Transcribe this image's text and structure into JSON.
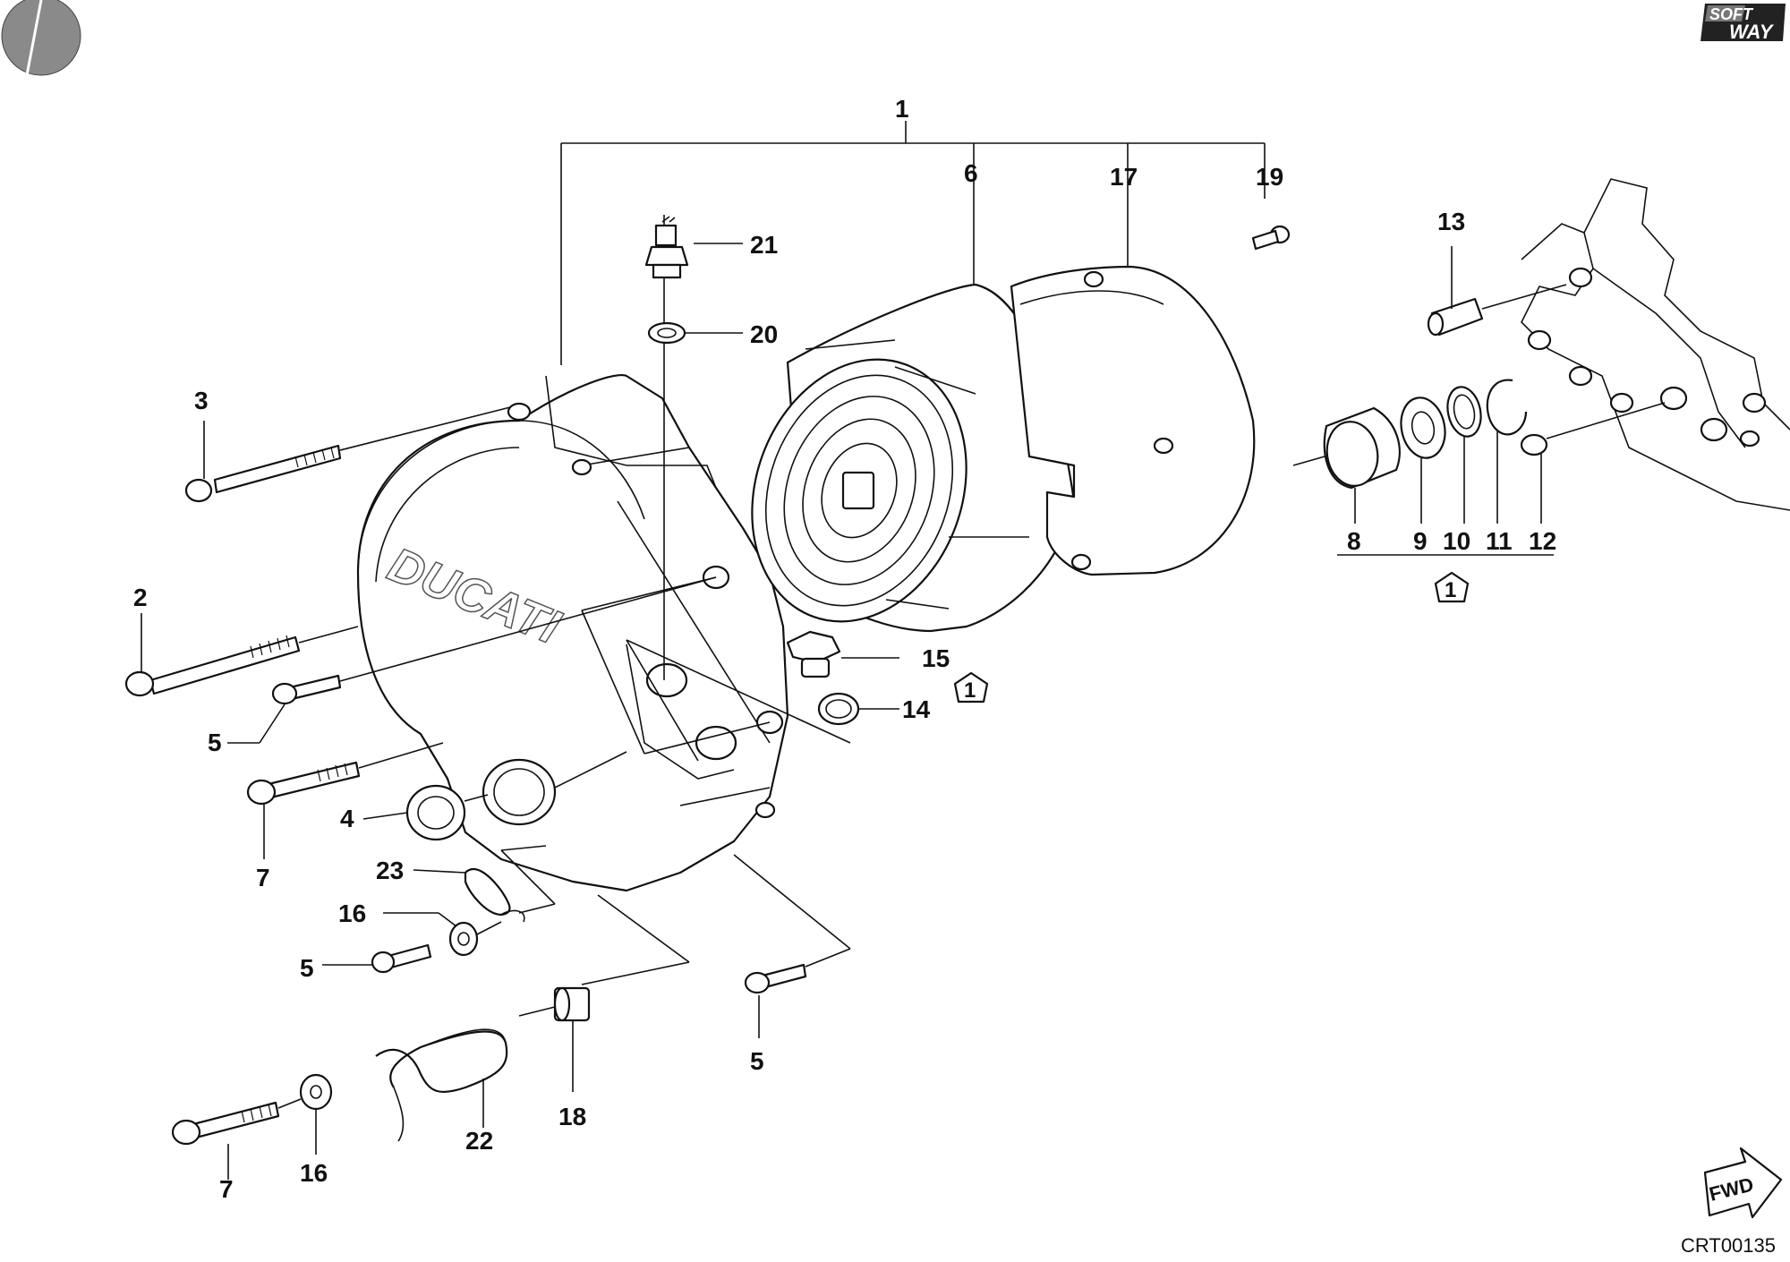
{
  "diagram": {
    "callouts": [
      {
        "id": "c1",
        "text": "1"
      },
      {
        "id": "c2",
        "text": "2"
      },
      {
        "id": "c3",
        "text": "3"
      },
      {
        "id": "c4",
        "text": "4"
      },
      {
        "id": "c5a",
        "text": "5"
      },
      {
        "id": "c5b",
        "text": "5"
      },
      {
        "id": "c5c",
        "text": "5"
      },
      {
        "id": "c6",
        "text": "6"
      },
      {
        "id": "c7a",
        "text": "7"
      },
      {
        "id": "c7b",
        "text": "7"
      },
      {
        "id": "c8",
        "text": "8"
      },
      {
        "id": "c9",
        "text": "9"
      },
      {
        "id": "c10",
        "text": "10"
      },
      {
        "id": "c11",
        "text": "11"
      },
      {
        "id": "c12",
        "text": "12"
      },
      {
        "id": "c13",
        "text": "13"
      },
      {
        "id": "c14",
        "text": "14"
      },
      {
        "id": "c15",
        "text": "15"
      },
      {
        "id": "c16a",
        "text": "16"
      },
      {
        "id": "c16b",
        "text": "16"
      },
      {
        "id": "c17",
        "text": "17"
      },
      {
        "id": "c18",
        "text": "18"
      },
      {
        "id": "c19",
        "text": "19"
      },
      {
        "id": "c20",
        "text": "20"
      },
      {
        "id": "c21",
        "text": "21"
      },
      {
        "id": "c22",
        "text": "22"
      },
      {
        "id": "c23",
        "text": "23"
      }
    ],
    "reference_marks": [
      {
        "id": "r1",
        "text": "1"
      },
      {
        "id": "r2",
        "text": "1"
      }
    ],
    "cover_emboss": "DUCATI",
    "drawing_code": "CRT00135",
    "fwd_label": "FWD",
    "brand_logo": {
      "line1": "SOFT",
      "line2": "WAY"
    },
    "icons": [
      "drawing-disc-icon",
      "forward-arrow-icon",
      "reference-pentagon-icon"
    ]
  }
}
